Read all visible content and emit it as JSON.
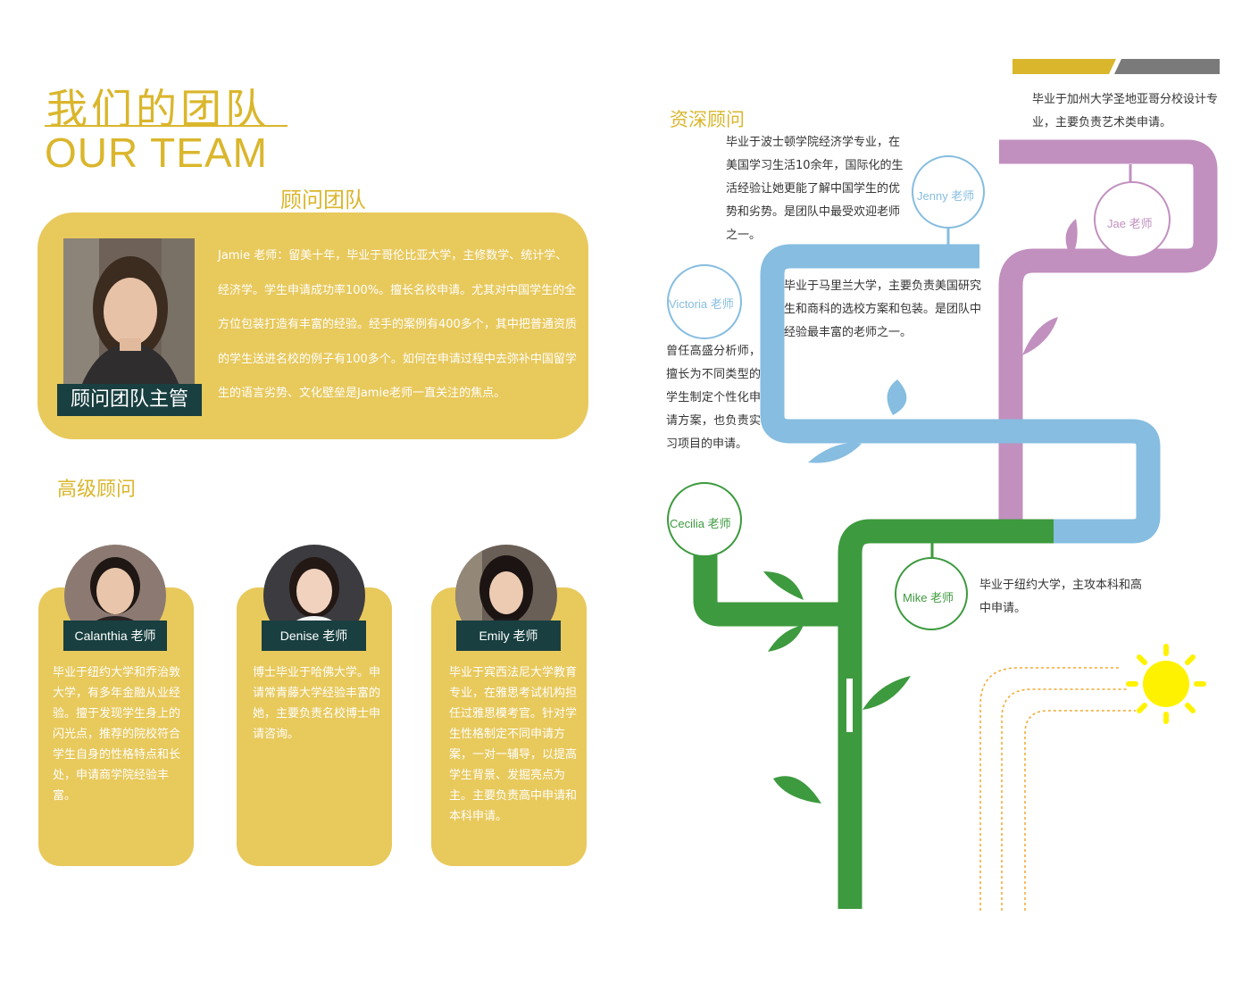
{
  "header": {
    "title_cn": "我们的团队",
    "title_en": "OUR TEAM"
  },
  "consultant_team": {
    "title": "顾问团队",
    "lead_label": "顾问团队主管",
    "lead_text": "Jamie 老师：留美十年，毕业于哥伦比亚大学，主修数学、统计学、经济学。学生申请成功率100%。擅长名校申请。尤其对中国学生的全方位包装打造有丰富的经验。经手的案例有400多个，其中把普通资质的学生送进名校的例子有100多个。如何在申请过程中去弥补中国留学生的语言劣势、文化壁垒是Jamie老师一直关注的焦点。"
  },
  "senior_advisors": {
    "title": "高级顾问",
    "items": [
      {
        "name": "Calanthia 老师",
        "text": "毕业于纽约大学和乔治敦大学，有多年金融从业经验。擅于发现学生身上的闪光点，推荐的院校符合学生自身的性格特点和长处，申请商学院经验丰富。"
      },
      {
        "name": "Denise 老师",
        "text": "博士毕业于哈佛大学。申请常青藤大学经验丰富的她，主要负责名校博士申请咨询。"
      },
      {
        "name": "Emily 老师",
        "text": "毕业于宾西法尼大学教育专业，在雅思考试机构担任过雅思模考官。针对学生性格制定不同申请方案，一对一辅导，以提高学生背景、发掘亮点为主。主要负责高中申请和本科申请。"
      }
    ]
  },
  "veteran": {
    "title": "资深顾问",
    "jae": {
      "name": "Jae 老师",
      "text": "毕业于加州大学圣地亚哥分校设计专业，主要负责艺术类申请。"
    },
    "jenny": {
      "name": "Jenny 老师",
      "text": "毕业于波士顿学院经济学专业，在美国学习生活10余年，国际化的生活经验让她更能了解中国学生的优势和劣势。是团队中最受欢迎老师之一。"
    },
    "victoria": {
      "name": "Victoria 老师",
      "text_right": "毕业于马里兰大学，主要负责美国研究生和商科的选校方案和包装。是团队中经验最丰富的老师之一。",
      "text_left": "曾任高盛分析师，擅长为不同类型的学生制定个性化申请方案，也负责实习项目的申请。"
    },
    "cecilia": {
      "name": "Cecilia 老师"
    },
    "mike": {
      "name": "Mike 老师",
      "text": "毕业于纽约大学，主攻本科和高中申请。"
    }
  },
  "colors": {
    "gold": "#dab62c",
    "card": "#e8c95c",
    "dark_label": "#193f40",
    "blue": "#86bde0",
    "purple": "#c190bf",
    "green": "#3d9a3e",
    "sun": "#fff200"
  }
}
